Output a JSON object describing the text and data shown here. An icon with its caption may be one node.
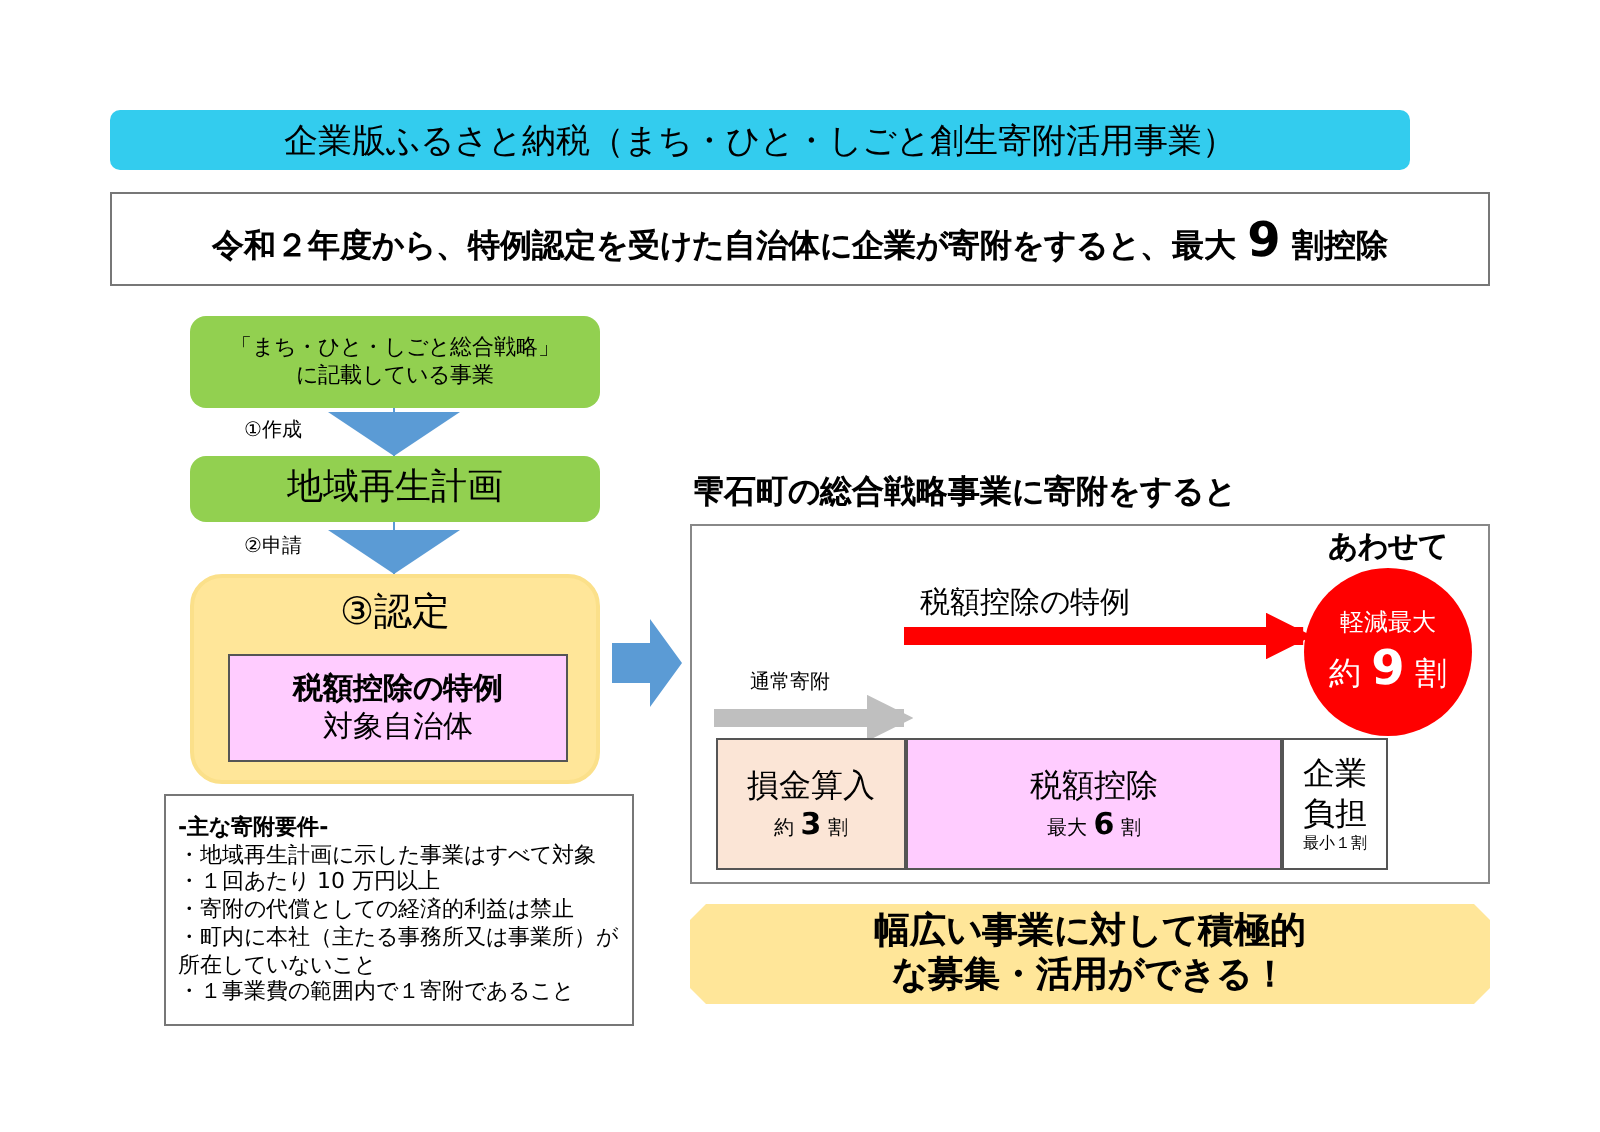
{
  "diagram": {
    "title": "企業版ふるさと納税（まち・ひと・しごと創生寄附活用事業）",
    "nodes": [
      {
        "text": [
          "令和２年度から、特例認定を受けた自治体に企業が寄附をすると、最大 **9** 割控除"
        ]
      },
      {
        "text": [
          "「まち・ひと・しごと総合戦略」に記載している事業"
        ]
      },
      {
        "text": [
          "地域再生計画"
        ]
      },
      {
        "text": [
          "③認定"
        ]
      },
      {
        "text": [
          "税額控除の特例",
          "対象自治体"
        ],
        "in": 3
      },
      {
        "text": [
          "-主な寄附要件-",
          "・地域再生計画に示した事業はすべて対象",
          "・１回あたり 10 万円以上",
          "・寄附の代償としての経済的利益は禁止",
          "・町内に本社（主たる事務所又は事業所）が所在していないこと",
          "・１事業費の範囲内で１寄附であること"
        ]
      },
      {
        "text": [
          "雫石町の総合戦略事業に寄附をすると"
        ]
      },
      {
        "text": [
          "損金算入",
          "約 **3** 割"
        ],
        "in": 6
      },
      {
        "text": [
          "税額控除",
          "最大 **6** 割"
        ],
        "in": 6
      },
      {
        "text": [
          "企業負担",
          "最小１割"
        ],
        "in": 6
      },
      {
        "text": [
          "軽減最大",
          "約 **9** 割"
        ],
        "beside": [
          "あわせて"
        ],
        "in": 6
      },
      {
        "text": [
          "幅広い事業に対して積極的な募集・活用ができる！"
        ]
      }
    ],
    "edges": [
      {
        "from": 1,
        "to": 2,
        "arrow": "to",
        "label": "①作成"
      },
      {
        "from": 2,
        "to": 3,
        "arrow": "to",
        "label": "②申請"
      },
      {
        "from": 3,
        "to": 6,
        "arrow": "to"
      },
      {
        "from": null,
        "to": 10,
        "arrow": "to",
        "label": "税額控除の特例",
        "style": "thick",
        "color": "#ff0000"
      },
      {
        "from": 7,
        "to": 8,
        "arrow": "to",
        "label": "通常寄附",
        "style": "thick",
        "color": "#bfbfbf"
      }
    ]
  }
}
